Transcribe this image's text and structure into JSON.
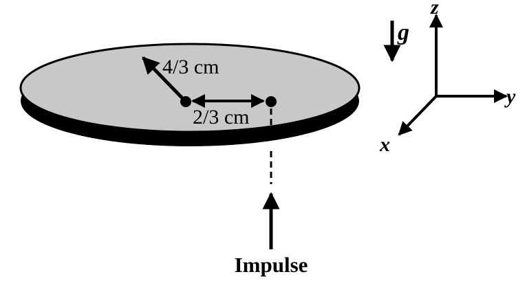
{
  "diagram": {
    "labels": {
      "radius": "4/3 cm",
      "offset": "2/3 cm",
      "impulse": "Impulse",
      "gravity": "g",
      "axis_x": "x",
      "axis_y": "y",
      "axis_z": "z"
    },
    "colors": {
      "disk_top": "#c8c8c8",
      "disk_edge": "#000000",
      "stroke": "#000000",
      "background": "#ffffff"
    }
  }
}
